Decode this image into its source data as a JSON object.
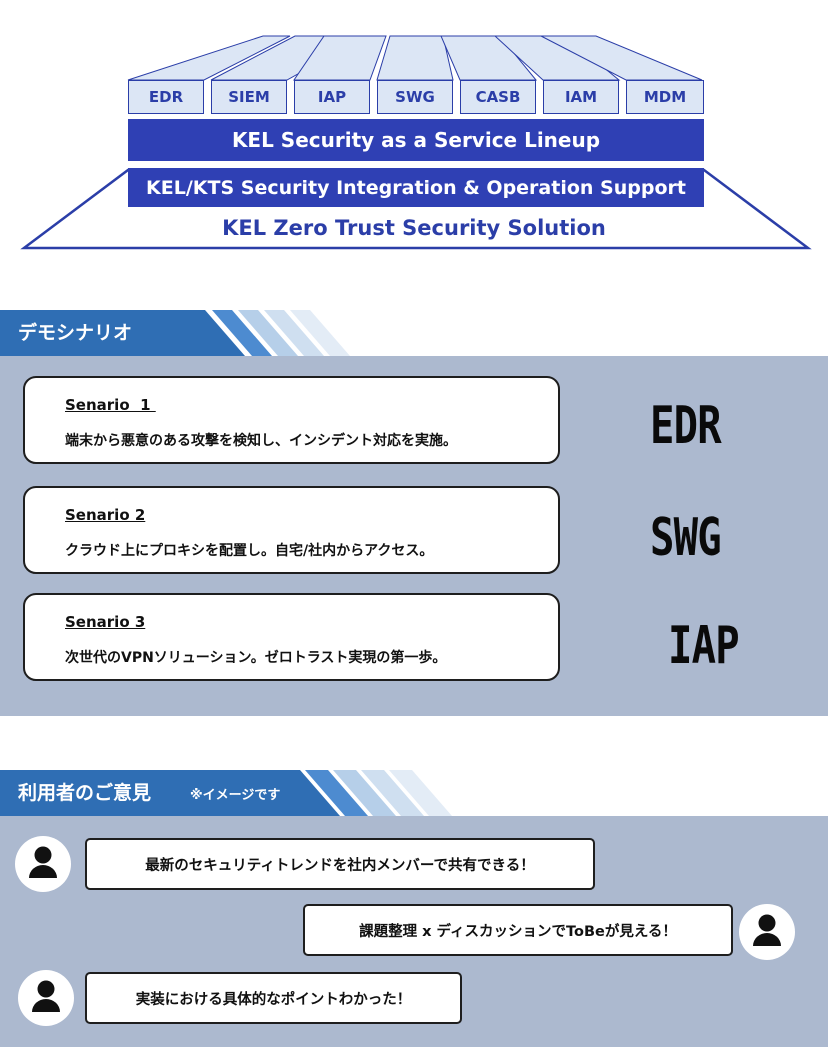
{
  "products": [
    "EDR",
    "SIEM",
    "IAP",
    "SWG",
    "CASB",
    "IAM",
    "MDM"
  ],
  "lineup_label": "KEL Security as a Service Lineup",
  "integration_label": "KEL/KTS Security Integration & Operation Support",
  "solution_label": "KEL Zero Trust Security Solution",
  "demo": {
    "heading": "デモシナリオ",
    "scenarios": [
      {
        "title": "Senario  1 ",
        "desc": "端末から悪意のある攻撃を検知し、インシデント対応を実施。",
        "product": "EDR"
      },
      {
        "title": "Senario 2",
        "desc": "クラウド上にプロキシを配置し。自宅/社内からアクセス。",
        "product": "SWG"
      },
      {
        "title": "Senario 3",
        "desc": "次世代のVPNソリューション。ゼロトラスト実現の第一歩。",
        "product": "IAP"
      }
    ]
  },
  "feedback": {
    "heading": "利用者のご意見",
    "note": "※イメージです",
    "comments": [
      "最新のセキュリティトレンドを社内メンバーで共有できる！",
      "課題整理 x ディスカッションでToBeが見える！",
      "実装における具体的なポイントわかった！"
    ]
  },
  "icons": {
    "avatar": "person-icon"
  },
  "colors": {
    "brand_blue": "#2f40b4",
    "header_blue": "#2f6eb4",
    "panel_gray": "#acb9cf"
  }
}
